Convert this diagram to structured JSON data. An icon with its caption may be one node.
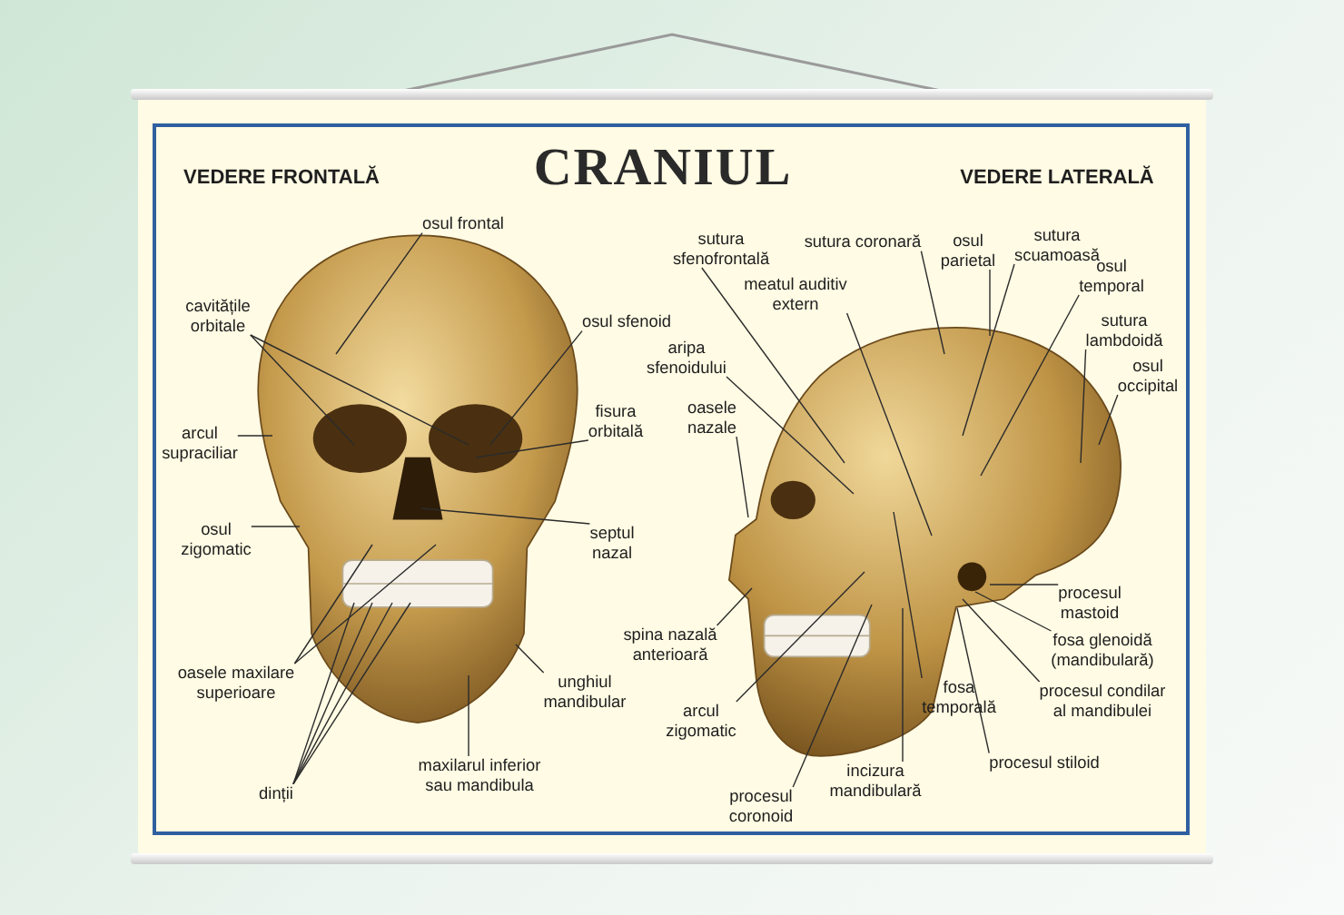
{
  "diagram": {
    "title": "CRANIUL",
    "nodes": [
      {
        "text": [
          "osul frontal"
        ]
      },
      {
        "text": [
          "cavitățile orbitale"
        ]
      },
      {
        "text": [
          "osul sfenoid"
        ]
      },
      {
        "text": [
          "fisura orbitală"
        ]
      },
      {
        "text": [
          "arcul supraciliar"
        ]
      },
      {
        "text": [
          "osul zigomatic"
        ]
      },
      {
        "text": [
          "septul nazal"
        ]
      },
      {
        "text": [
          "oasele maxilare superioare"
        ]
      },
      {
        "text": [
          "unghiul mandibular"
        ]
      },
      {
        "text": [
          "maxilarul inferior sau mandibula"
        ]
      },
      {
        "text": [
          "dinții"
        ]
      },
      {
        "text": [
          "sutura sfenofrontală"
        ]
      },
      {
        "text": [
          "sutura coronară"
        ]
      },
      {
        "text": [
          "osul parietal"
        ]
      },
      {
        "text": [
          "sutura scuamoasă"
        ]
      },
      {
        "text": [
          "osul temporal"
        ]
      },
      {
        "text": [
          "meatul auditiv extern"
        ]
      },
      {
        "text": [
          "sutura lambdoidă"
        ]
      },
      {
        "text": [
          "osul occipital"
        ]
      },
      {
        "text": [
          "aripa sfenoidului"
        ]
      },
      {
        "text": [
          "oasele nazale"
        ]
      },
      {
        "text": [
          "procesul mastoid"
        ]
      },
      {
        "text": [
          "fosa glenoidă (mandibulară)"
        ]
      },
      {
        "text": [
          "procesul condilar al mandibulei"
        ]
      },
      {
        "text": [
          "fosa temporală"
        ]
      },
      {
        "text": [
          "procesul stiloid"
        ]
      },
      {
        "text": [
          "incizura mandibulară"
        ]
      },
      {
        "text": [
          "procesul coronoid"
        ]
      },
      {
        "text": [
          "arcul zigomatic"
        ]
      },
      {
        "text": [
          "spina nazală anterioară"
        ]
      }
    ],
    "edges": [
      {
        "from": 0,
        "to": null,
        "arrow": "none"
      },
      {
        "from": 1,
        "to": null,
        "arrow": "none"
      },
      {
        "from": 1,
        "to": null,
        "arrow": "none"
      },
      {
        "from": 2,
        "to": null,
        "arrow": "none"
      },
      {
        "from": 3,
        "to": null,
        "arrow": "none"
      },
      {
        "from": 4,
        "to": null,
        "arrow": "none"
      },
      {
        "from": 5,
        "to": null,
        "arrow": "none"
      },
      {
        "from": 6,
        "to": null,
        "arrow": "none"
      },
      {
        "from": 7,
        "to": null,
        "arrow": "none"
      },
      {
        "from": 7,
        "to": null,
        "arrow": "none"
      },
      {
        "from": 8,
        "to": null,
        "arrow": "none"
      },
      {
        "from": 9,
        "to": null,
        "arrow": "none"
      },
      {
        "from": 10,
        "to": null,
        "arrow": "none"
      },
      {
        "from": 10,
        "to": null,
        "arrow": "none"
      },
      {
        "from": 10,
        "to": null,
        "arrow": "none"
      },
      {
        "from": 10,
        "to": null,
        "arrow": "none"
      },
      {
        "from": 11,
        "to": null,
        "arrow": "none"
      },
      {
        "from": 12,
        "to": null,
        "arrow": "none"
      },
      {
        "from": 13,
        "to": null,
        "arrow": "none"
      },
      {
        "from": 14,
        "to": null,
        "arrow": "none"
      },
      {
        "from": 15,
        "to": null,
        "arrow": "none"
      },
      {
        "from": 16,
        "to": null,
        "arrow": "none"
      },
      {
        "from": 17,
        "to": null,
        "arrow": "none"
      },
      {
        "from": 18,
        "to": null,
        "arrow": "none"
      },
      {
        "from": 19,
        "to": null,
        "arrow": "none"
      },
      {
        "from": 20,
        "to": null,
        "arrow": "none"
      },
      {
        "from": 21,
        "to": null,
        "arrow": "none"
      },
      {
        "from": 22,
        "to": null,
        "arrow": "none"
      },
      {
        "from": 23,
        "to": null,
        "arrow": "none"
      },
      {
        "from": 24,
        "to": null,
        "arrow": "none"
      },
      {
        "from": 25,
        "to": null,
        "arrow": "none"
      },
      {
        "from": 26,
        "to": null,
        "arrow": "none"
      },
      {
        "from": 27,
        "to": null,
        "arrow": "none"
      },
      {
        "from": 28,
        "to": null,
        "arrow": "none"
      },
      {
        "from": 29,
        "to": null,
        "arrow": "none"
      }
    ],
    "labels": [
      "VEDERE FRONTALĂ",
      "VEDERE LATERALĂ"
    ]
  }
}
